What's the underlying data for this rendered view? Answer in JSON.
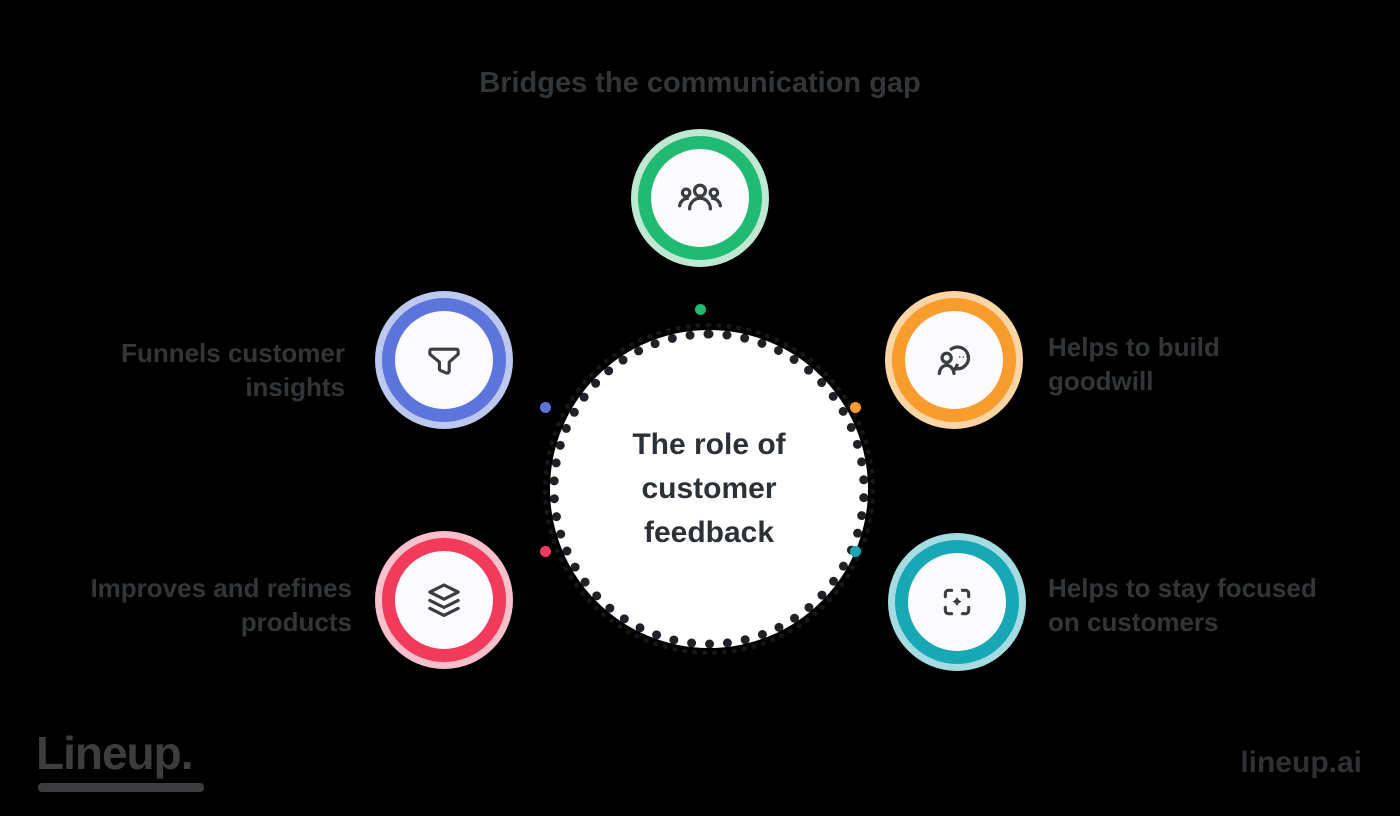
{
  "background_color": "#000000",
  "text_color": "#333639",
  "icon_stroke_color": "#3A3D42",
  "center_circle": {
    "lines": [
      "The role of",
      "customer",
      "feedback"
    ],
    "fill": "#FFFFFF",
    "dotted_border_color": "#1E2227"
  },
  "nodes": [
    {
      "id": "community",
      "icon": "users-icon",
      "ring_color": "#21BA72",
      "halo_color": "#BFE8D2",
      "connector_dot_color": "#21BA72",
      "label_lines": [
        "Bridges the communication gap",
        ""
      ]
    },
    {
      "id": "filter",
      "icon": "funnel-icon",
      "ring_color": "#5C75DC",
      "halo_color": "#BCC8F0",
      "connector_dot_color": "#5C75DC",
      "label_lines": [
        "Funnels customer",
        "insights"
      ]
    },
    {
      "id": "user-voice",
      "icon": "user-voice-icon",
      "ring_color": "#F79C2D",
      "halo_color": "#FBD6A4",
      "connector_dot_color": "#F79C2D",
      "label_lines": [
        "Helps to build",
        "goodwill"
      ]
    },
    {
      "id": "layers",
      "icon": "layers-icon",
      "ring_color": "#F23A5B",
      "halo_color": "#F9BFCA",
      "connector_dot_color": "#F23A5B",
      "label_lines": [
        "Improves and refines",
        "products"
      ]
    },
    {
      "id": "focus",
      "icon": "focus-icon",
      "ring_color": "#18A7B5",
      "halo_color": "#A5DCE1",
      "connector_dot_color": "#18A7B5",
      "label_lines": [
        "Helps to stay focused",
        "on customers"
      ]
    }
  ],
  "footer": {
    "brand_wordmark": "Lineup.",
    "watermark": "lineup.ai"
  }
}
